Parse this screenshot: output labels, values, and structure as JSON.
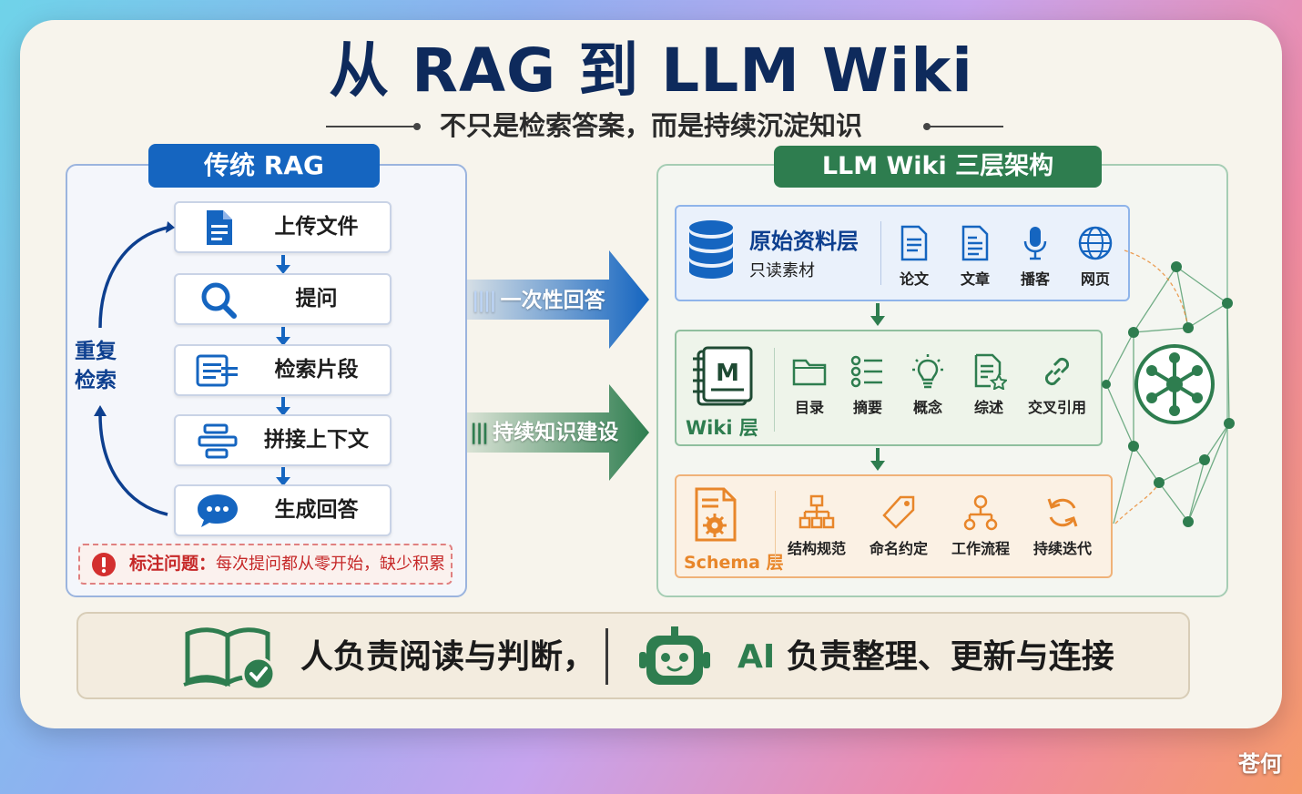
{
  "title": "从 RAG 到 LLM Wiki",
  "subtitle": "不只是检索答案，而是持续沉淀知识",
  "left": {
    "header": "传统 RAG",
    "steps": [
      "上传文件",
      "提问",
      "检索片段",
      "拼接上下文",
      "生成回答"
    ],
    "loop_label_1": "重复",
    "loop_label_2": "检索",
    "issue_label": "标注问题：",
    "issue_text": "每次提问都从零开始，缺少积累"
  },
  "middle": {
    "arrow_top": "一次性回答",
    "arrow_bottom": "持续知识建设"
  },
  "right": {
    "header": "LLM Wiki 三层架构",
    "raw": {
      "title": "原始资料层",
      "subtitle": "只读素材",
      "items": [
        "论文",
        "文章",
        "播客",
        "网页"
      ]
    },
    "wiki": {
      "title": "Wiki 层",
      "items": [
        "目录",
        "摘要",
        "概念",
        "综述",
        "交叉引用"
      ]
    },
    "schema": {
      "title": "Schema 层",
      "items": [
        "结构规范",
        "命名约定",
        "工作流程",
        "持续迭代"
      ]
    }
  },
  "bottom": {
    "human": "人负责阅读与判断，",
    "ai_prefix": "AI",
    "ai_rest": " 负责整理、更新与连接"
  },
  "watermark": "苍何",
  "colors": {
    "blue": "#1565c0",
    "green": "#2e7d4f",
    "orange": "#e8862a",
    "red": "#d32f2f"
  }
}
